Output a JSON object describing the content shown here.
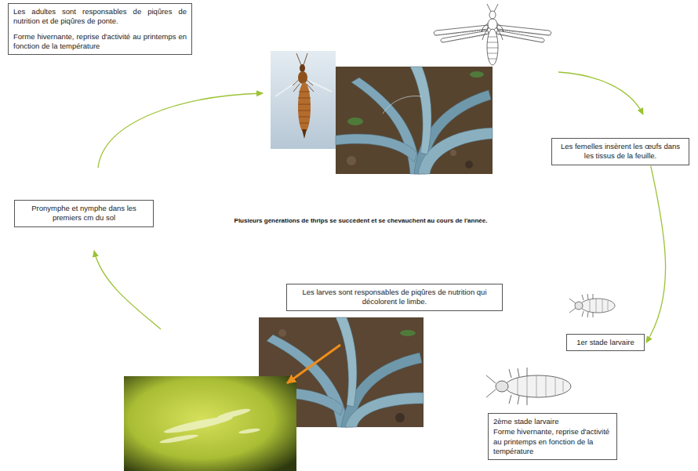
{
  "diagram": {
    "nodes": [
      {
        "text": [
          "Les adultes sont responsables de piqûres de nutrition et de piqûres de ponte.",
          "Forme hivernante, reprise d'activité au printemps en fonction de la température"
        ]
      },
      {
        "text": [
          "Les femelles insèrent les œufs dans les tissus de la feuille."
        ]
      },
      {
        "text": [
          "1er stade larvaire"
        ]
      },
      {
        "text": [
          "2ème stade larvaire",
          "Forme hivernante, reprise d'activité au printemps en fonction de la température"
        ]
      },
      {
        "text": [
          "Les larves sont responsables de piqûres de nutrition qui décolorent le limbe."
        ]
      },
      {
        "text": [
          "Pronymphe et nymphe dans les premiers cm du sol"
        ]
      }
    ],
    "edges": [
      {
        "from": 1,
        "to": 2,
        "arrow": "to"
      }
    ],
    "labels": [
      "Plusieurs générations de thrips se succèdent et se chevauchent au cours de l'année."
    ]
  }
}
